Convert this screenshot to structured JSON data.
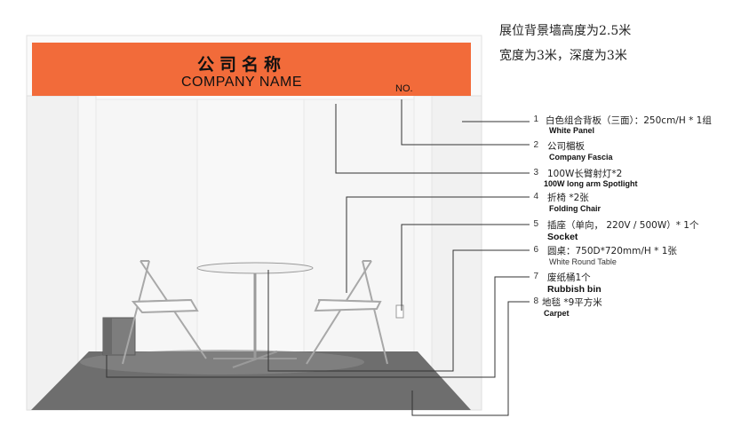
{
  "header": {
    "line1": "展位背景墙高度为2.5米",
    "line2": "宽度为3米，深度为3米"
  },
  "fascia": {
    "company_cn": "公司名称",
    "company_en": "COMPANY NAME",
    "no_label": "NO.",
    "color": "#f26b3a"
  },
  "legend": [
    {
      "num": "1",
      "cn": "白色组合背板（三面）：250cm/H  * 1组",
      "en": "White Panel"
    },
    {
      "num": "2",
      "cn": "公司楣板",
      "en": "Company Fascia"
    },
    {
      "num": "3",
      "cn": "100W长臂射灯*2",
      "en": "100W long arm Spotlight"
    },
    {
      "num": "4",
      "cn": "折椅  *2张",
      "en": "Folding Chair"
    },
    {
      "num": "5",
      "cn": "插座（单向， 220V / 500W）* 1个",
      "en": "Socket"
    },
    {
      "num": "6",
      "cn": "圆桌：750D*720mm/H * 1张",
      "en": "White Round Table"
    },
    {
      "num": "7",
      "cn": "废纸桶1个",
      "en": "Rubbish bin"
    },
    {
      "num": "8",
      "cn": "地毯 *9平方米",
      "en": "Carpet"
    }
  ],
  "colors": {
    "panel": "#f4f4f4",
    "panel_edge": "#d9d9d9",
    "carpet": "#6e6e6e",
    "leader": "#333333"
  }
}
